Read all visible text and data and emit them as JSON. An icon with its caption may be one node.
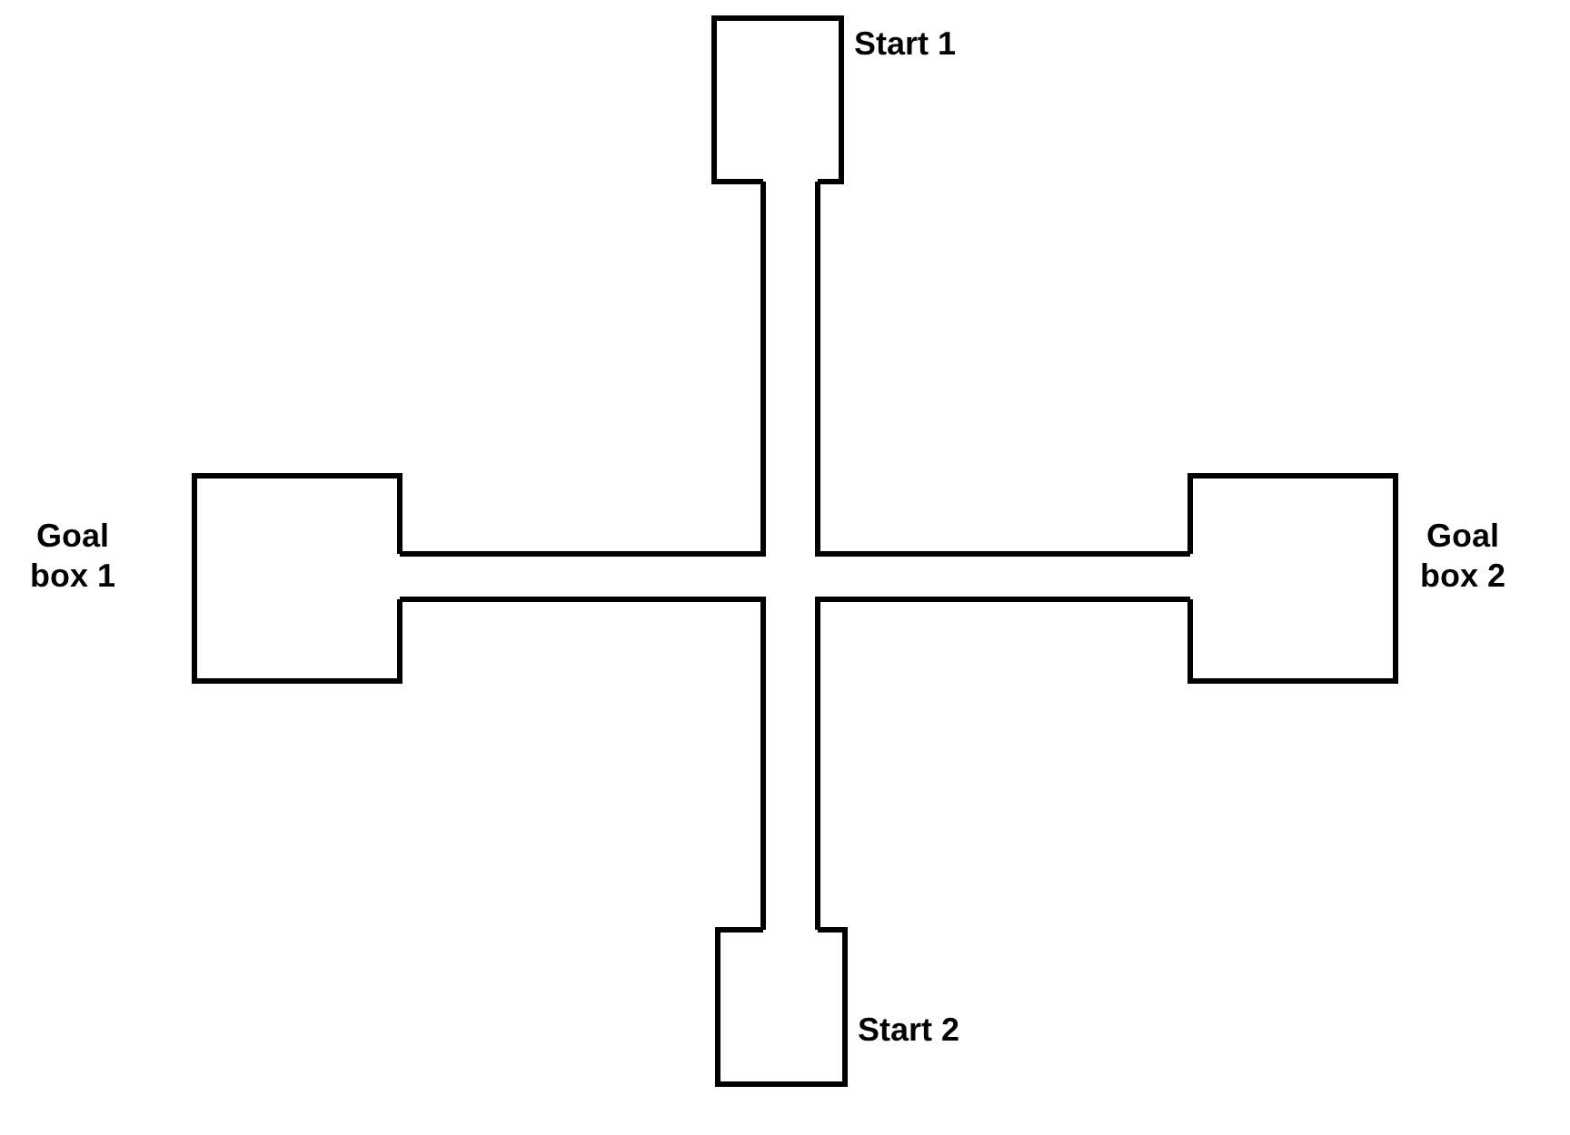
{
  "diagram": {
    "nodes": [
      {
        "text": [],
        "shape": "box",
        "beside": [
          "Start 1"
        ]
      },
      {
        "text": [],
        "shape": "box",
        "beside": [
          "Goal box 1"
        ]
      },
      {
        "text": [],
        "shape": "box",
        "beside": [
          "Goal box 2"
        ]
      },
      {
        "text": [],
        "shape": "box",
        "beside": [
          "Start 2"
        ]
      }
    ]
  }
}
